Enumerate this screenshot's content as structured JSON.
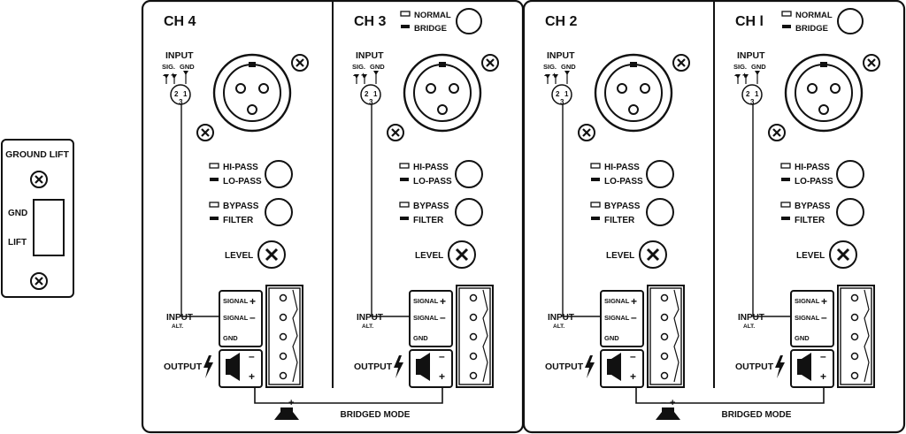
{
  "ground_lift": {
    "title": "GROUND LIFT",
    "gnd": "GND",
    "lift": "LIFT"
  },
  "channels": [
    {
      "id": "ch4",
      "label": "CH 4",
      "has_mode_switch": false
    },
    {
      "id": "ch3",
      "label": "CH 3",
      "has_mode_switch": true
    },
    {
      "id": "ch2",
      "label": "CH 2",
      "has_mode_switch": false
    },
    {
      "id": "ch1",
      "label": "CH l",
      "has_mode_switch": true
    }
  ],
  "mode_switch": {
    "normal": "NORMAL",
    "bridge": "BRIDGE"
  },
  "input": {
    "title": "INPUT",
    "sig": "SIG.",
    "gnd": "GND",
    "plus": "+",
    "minus": "–",
    "pin2": "2",
    "pin1": "1",
    "pin3": "3"
  },
  "filter_type": {
    "hi": "HI-PASS",
    "lo": "LO-PASS"
  },
  "filter_mode": {
    "bypass": "BYPASS",
    "filter": "FILTER"
  },
  "level": "LEVEL",
  "input_alt": {
    "main": "INPUT",
    "sub": "ALT."
  },
  "terminal": {
    "sig_plus": "SIGNAL",
    "sig_minus": "SIGNAL",
    "gnd": "GND",
    "plus": "+",
    "minus": "–"
  },
  "output": "OUTPUT",
  "speaker": {
    "plus": "+",
    "minus": "–"
  },
  "bridged_mode": {
    "label": "BRIDGED MODE",
    "plus": "+",
    "minus": "–"
  }
}
